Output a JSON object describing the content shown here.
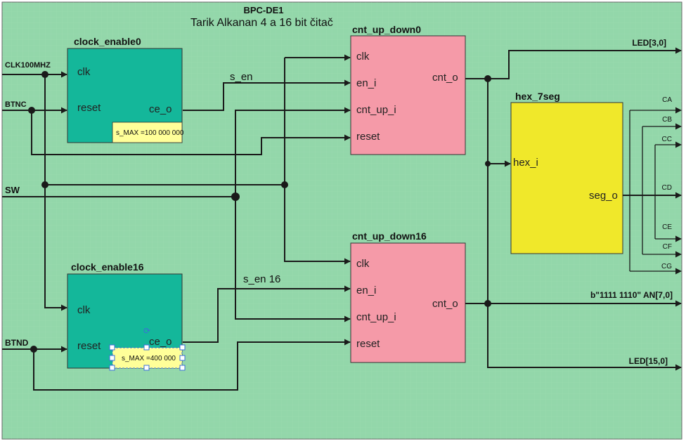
{
  "diagram": {
    "board_title": "BPC-DE1",
    "subtitle": "Tarik Alkanan   4 a 16 bit čitač",
    "inputs": {
      "clk": "CLK100MHZ",
      "btnc": "BTNC",
      "sw": "SW",
      "btnd": "BTND"
    },
    "outputs": {
      "led_low": "LED[3,0]",
      "an": "b\"1111 1110\" AN[7,0]",
      "led_high": "LED[15,0]",
      "segments": [
        "CA",
        "CB",
        "CC",
        "CD",
        "CE",
        "CF",
        "CG"
      ]
    },
    "signals": {
      "s_en": "s_en",
      "s_en16": "s_en 16"
    },
    "blocks": {
      "ce0": {
        "name": "clock_enable0",
        "clk": "clk",
        "reset": "reset",
        "ce_o": "ce_o",
        "param": "s_MAX =100 000 000"
      },
      "ce16": {
        "name": "clock_enable16",
        "clk": "clk",
        "reset": "reset",
        "ce_o": "ce_o",
        "param": "s_MAX =400 000"
      },
      "cnt0": {
        "name": "cnt_up_down0",
        "clk": "clk",
        "en_i": "en_i",
        "cnt_up_i": "cnt_up_i",
        "reset": "reset",
        "cnt_o": "cnt_o"
      },
      "cnt16": {
        "name": "cnt_up_down16",
        "clk": "clk",
        "en_i": "en_i",
        "cnt_up_i": "cnt_up_i",
        "reset": "reset",
        "cnt_o": "cnt_o"
      },
      "hex": {
        "name": "hex_7seg",
        "hex_i": "hex_i",
        "seg_o": "seg_o"
      }
    },
    "colors": {
      "canvas": "#93d7aa",
      "clock_enable": "#14b79a",
      "counter": "#f59aa8",
      "hex": "#f0e82a",
      "param_note": "#ffff99",
      "selection": "#3a6fd8"
    }
  }
}
